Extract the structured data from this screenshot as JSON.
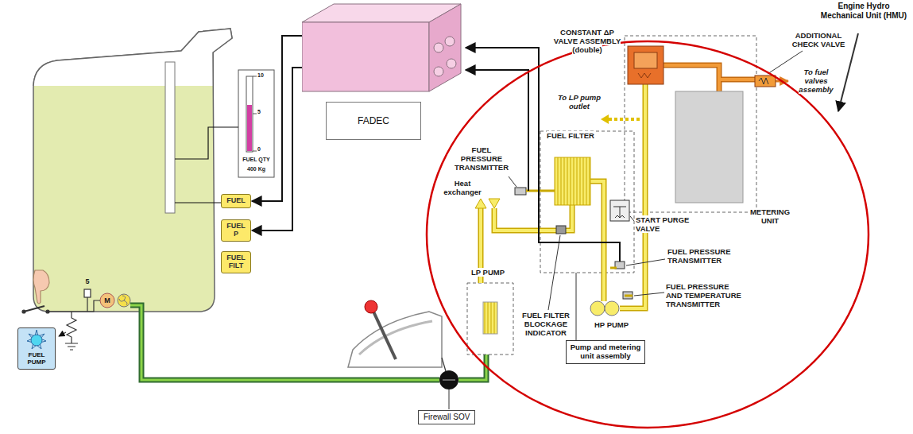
{
  "diagram": {
    "nodes": [
      {
        "text": [
          "FADEC"
        ]
      },
      {
        "text": [
          "Engine Hydro Mechanical Unit (HMU)"
        ]
      },
      {
        "text": [
          "FUEL"
        ]
      },
      {
        "text": [
          "FUEL P"
        ]
      },
      {
        "text": [
          "FUEL FILT"
        ]
      },
      {
        "text": [
          "Pump and metering unit assembly"
        ],
        "in": 1
      },
      {
        "text": [
          "FUEL PUMP"
        ]
      },
      {
        "text": [
          "Firewall SOV"
        ]
      }
    ],
    "edges": [
      {
        "from": 0,
        "to": 2,
        "arrow": "to"
      },
      {
        "from": 0,
        "to": 3,
        "arrow": "to"
      }
    ],
    "labels": [
      "10",
      "5",
      "0",
      "FUEL QTY",
      "400 Kg",
      "5",
      "M",
      "CONSTANT ΔP VALVE ASSEMBLY (double)",
      "ADDITIONAL CHECK VALVE",
      "To fuel valves assembly",
      "FUEL FILTER",
      "To LP pump outlet",
      "FUEL PRESSURE TRANSMITTER",
      "Heat exchanger",
      "METERING UNIT",
      "START PURGE VALVE",
      "FUEL PRESSURE TRANSMITTER",
      "FUEL PRESSURE AND TEMPERATURE TRANSMITTER",
      "LP PUMP",
      "FUEL FILTER BLOCKAGE INDICATOR",
      "HP PUMP"
    ]
  }
}
